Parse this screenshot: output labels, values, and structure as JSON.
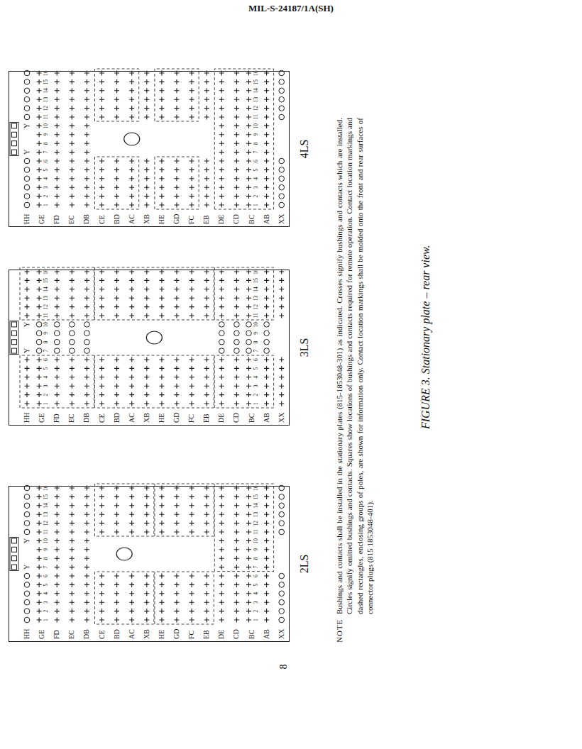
{
  "diagram": {
    "caption": "FIGURE 3. Stationary plate – rear view.",
    "nodes": [
      {
        "text": [
          "2LS"
        ]
      },
      {
        "text": [
          "3LS"
        ]
      },
      {
        "text": [
          "4LS"
        ]
      }
    ],
    "labels": [
      "MIL-S-24187/1A(SH)",
      "HH",
      "GE",
      "FD",
      "EC",
      "DB",
      "CE",
      "BD",
      "AC",
      "XB",
      "HE",
      "GD",
      "FC",
      "EB",
      "DE",
      "CD",
      "BC",
      "AB",
      "XX",
      "Y",
      "Y",
      "1",
      "2",
      "3",
      "4",
      "5",
      "6",
      "7",
      "8",
      "9",
      "10",
      "11",
      "12",
      "13",
      "14",
      "15",
      "16",
      "1",
      "2",
      "3",
      "4",
      "5",
      "6",
      "7",
      "8",
      "9",
      "10",
      "11",
      "12",
      "13",
      "14",
      "15",
      "16",
      "HH",
      "GE",
      "FD",
      "EC",
      "DB",
      "CE",
      "BD",
      "AC",
      "XB",
      "HE",
      "GD",
      "FC",
      "EB",
      "DE",
      "CD",
      "BC",
      "AB",
      "XX",
      "Y",
      "Y",
      "1",
      "2",
      "3",
      "4",
      "5",
      "6",
      "7",
      "8",
      "9",
      "10",
      "11",
      "12",
      "13",
      "14",
      "15",
      "16",
      "1",
      "2",
      "3",
      "4",
      "5",
      "6",
      "7",
      "8",
      "9",
      "10",
      "11",
      "12",
      "13",
      "14",
      "15",
      "16",
      "HH",
      "GE",
      "FD",
      "EC",
      "DB",
      "CE",
      "BD",
      "AC",
      "XB",
      "HE",
      "GD",
      "FC",
      "EB",
      "DE",
      "CD",
      "BC",
      "AB",
      "XX",
      "Y",
      "Y",
      "1",
      "2",
      "3",
      "4",
      "5",
      "6",
      "7",
      "8",
      "9",
      "10",
      "11",
      "12",
      "13",
      "14",
      "15",
      "16",
      "1",
      "2",
      "3",
      "4",
      "5",
      "6",
      "7",
      "8",
      "9",
      "10",
      "11",
      "12",
      "13",
      "14",
      "15",
      "16",
      "NOTE",
      "Bushings and contacts shall be installed in the stationary plates (815-1853048-301) as indicated. Crosses signify bushings and contacts which are installed. Circles signify omitted bushings and contacts. Squares show locations of bushings and contacts required for remote operation. Contact location markings and dashed rectangles, enclosing groups of poles, are shown for information only. Contact location markings shall be molded onto the front and rear surfaces of connector plugs (815 1853048-401).",
      "8"
    ]
  }
}
